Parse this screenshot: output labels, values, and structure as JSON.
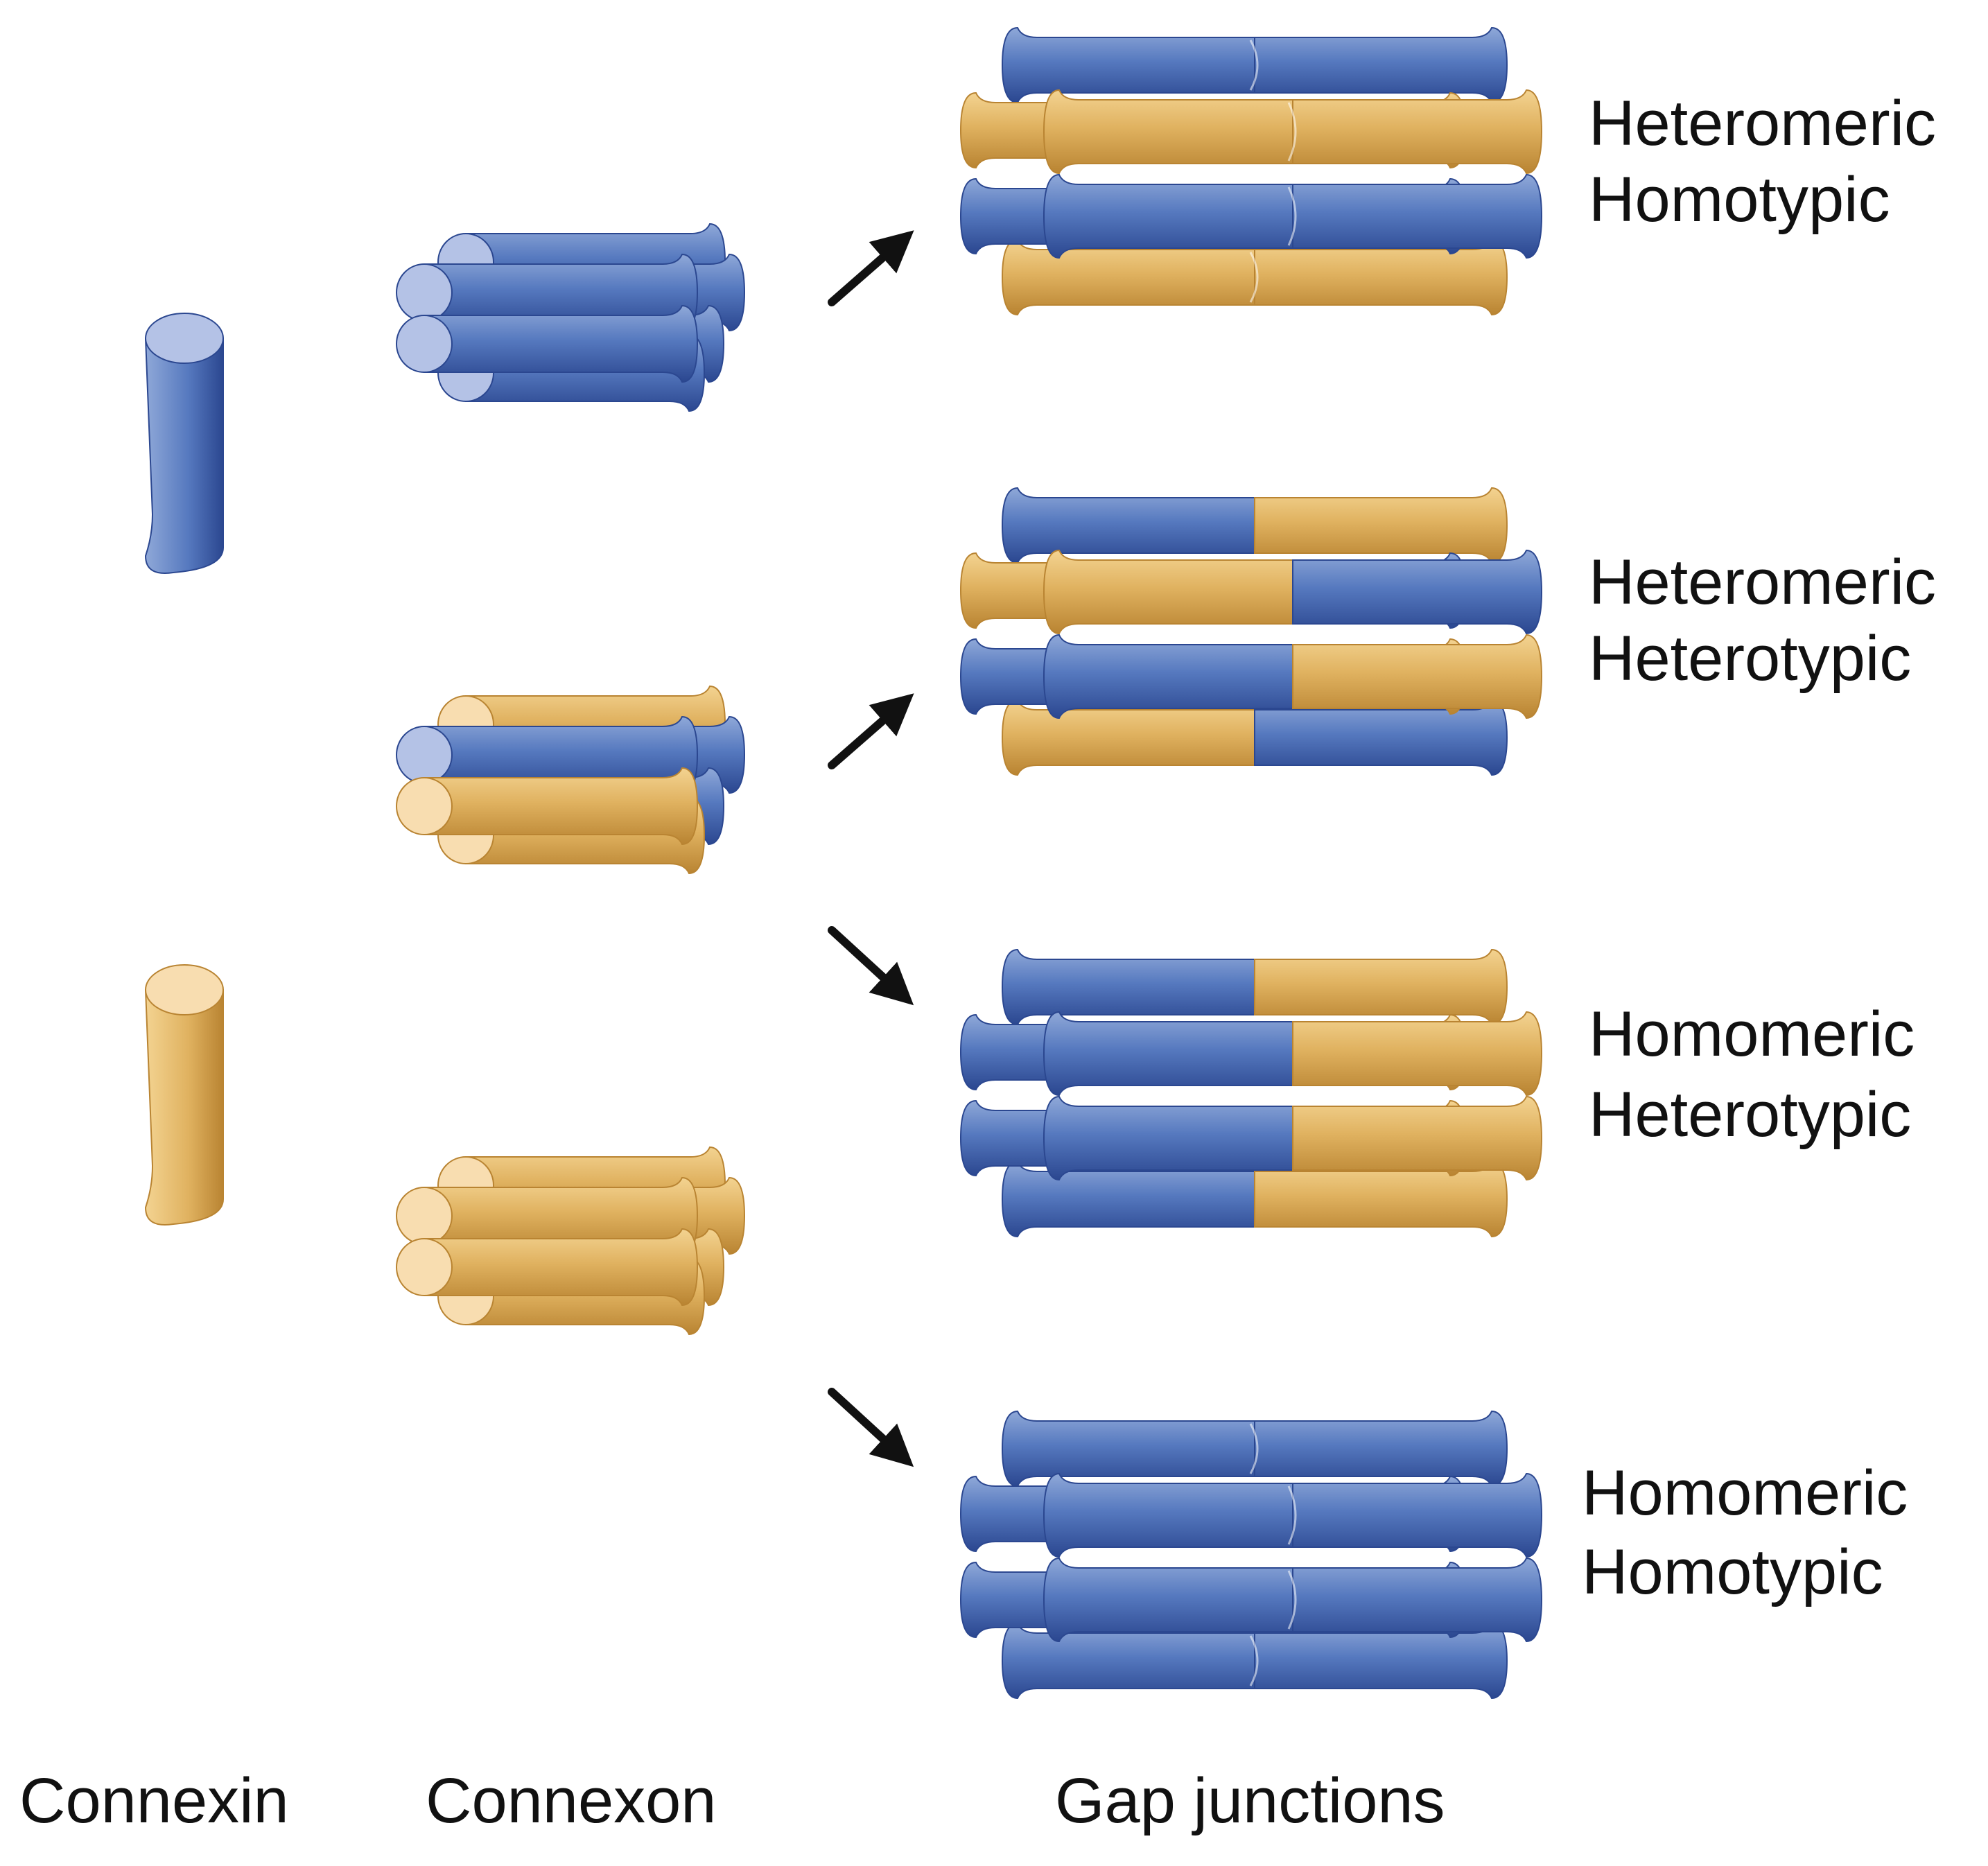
{
  "colors": {
    "blue_light": "#8fa8d8",
    "blue_mid": "#5679bf",
    "blue_dark": "#2b4790",
    "blue_end": "#b4c2e6",
    "tan_light": "#f3d391",
    "tan_mid": "#e0b260",
    "tan_dark": "#b98432",
    "tan_end": "#f8ddb0",
    "text": "#111111",
    "arrow": "#111111"
  },
  "columns": {
    "connexin": "Connexin",
    "connexon": "Connexon",
    "gap_junctions": "Gap junctions"
  },
  "connexins": [
    {
      "id": "blue",
      "color": "blue"
    },
    {
      "id": "tan",
      "color": "tan"
    }
  ],
  "connexons": [
    {
      "id": "blue-homomeric",
      "end_colors": [
        "blue",
        "blue",
        "blue",
        "blue",
        "blue",
        "blue"
      ]
    },
    {
      "id": "mixed-heteromeric",
      "end_colors": [
        "tan",
        "blue",
        "blue",
        "tan",
        "tan",
        "blue"
      ]
    },
    {
      "id": "tan-homomeric",
      "end_colors": [
        "tan",
        "tan",
        "tan",
        "tan",
        "tan",
        "tan"
      ]
    }
  ],
  "junctions": [
    {
      "line1": "Heteromeric",
      "line2": "Homotypic",
      "rows": [
        [
          "blue",
          "blue"
        ],
        [
          "tan",
          "tan"
        ],
        [
          "blue",
          "blue"
        ],
        [
          "tan",
          "tan"
        ]
      ]
    },
    {
      "line1": "Heteromeric",
      "line2": "Heterotypic",
      "rows": [
        [
          "blue",
          "tan"
        ],
        [
          "tan",
          "blue"
        ],
        [
          "blue",
          "tan"
        ],
        [
          "tan",
          "blue"
        ]
      ]
    },
    {
      "line1": "Homomeric",
      "line2": "Heterotypic",
      "rows": [
        [
          "blue",
          "tan"
        ],
        [
          "blue",
          "tan"
        ],
        [
          "blue",
          "tan"
        ],
        [
          "blue",
          "tan"
        ]
      ]
    },
    {
      "line1": "Homomeric",
      "line2": "Homotypic",
      "rows": [
        [
          "blue",
          "blue"
        ],
        [
          "blue",
          "blue"
        ],
        [
          "blue",
          "blue"
        ],
        [
          "blue",
          "blue"
        ]
      ]
    }
  ],
  "arrows": [
    {
      "from": "connexon-1",
      "to": "junction-1"
    },
    {
      "from": "connexon-2",
      "to": "junction-2"
    },
    {
      "from": "connexon-2",
      "to": "junction-3"
    },
    {
      "from": "connexon-3",
      "to": "junction-4"
    }
  ]
}
